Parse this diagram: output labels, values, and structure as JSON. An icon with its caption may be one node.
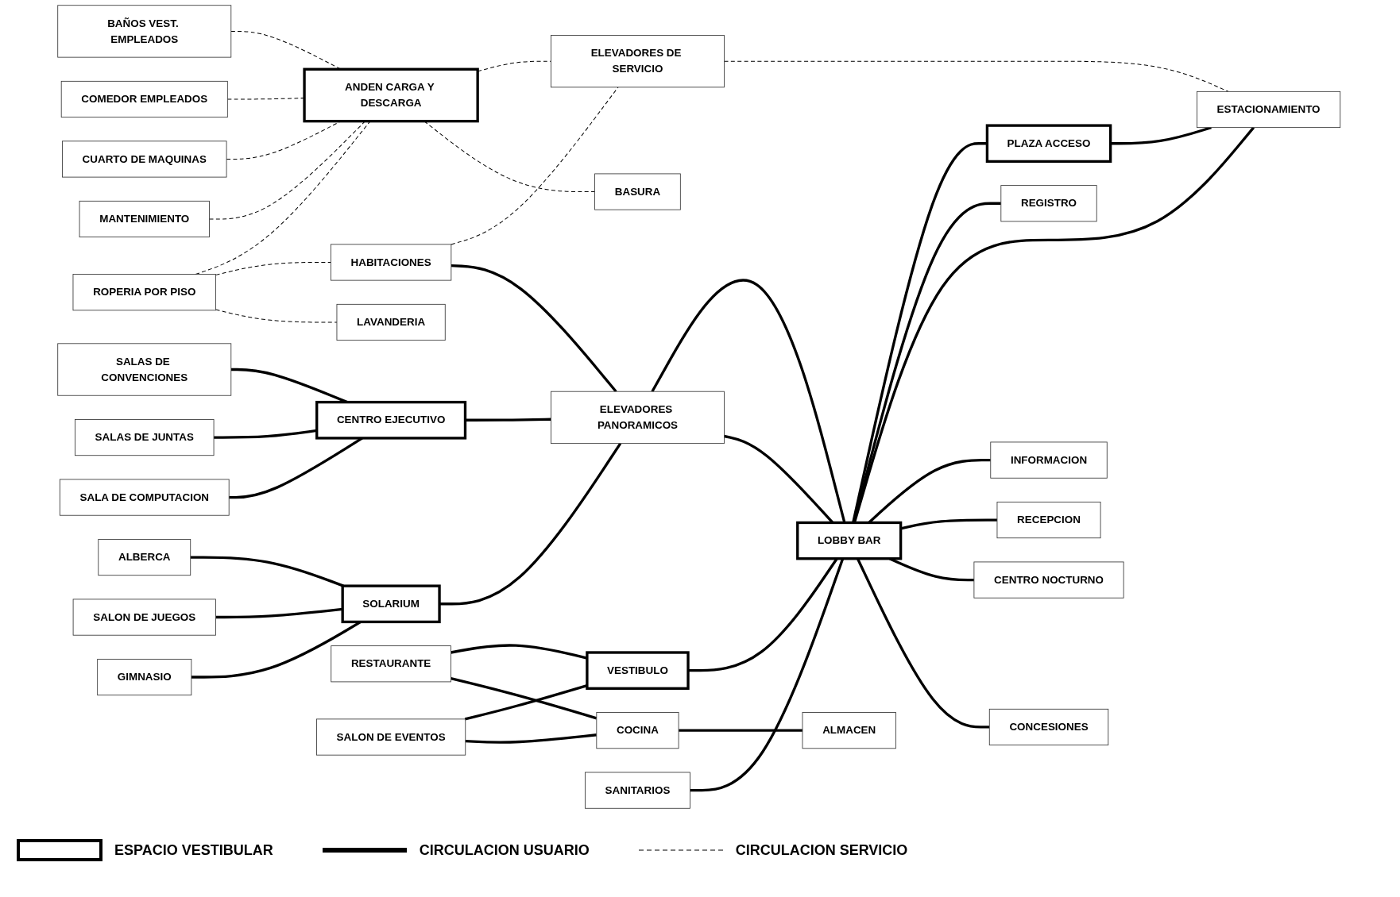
{
  "diagram": {
    "nodes": [
      {
        "text": [
          "GIMNASIO"
        ]
      },
      {
        "text": [
          "SALON DE JUEGOS"
        ]
      },
      {
        "text": [
          "LAVANDERIA"
        ]
      },
      {
        "text": [
          "ALBERCA"
        ]
      },
      {
        "text": [
          "SOLARIUM"
        ]
      },
      {
        "text": [
          "ROPERIA POR PISO"
        ]
      },
      {
        "text": [
          "SALA DE COMPUTACION"
        ]
      },
      {
        "text": [
          "SALAS DE JUNTAS"
        ]
      },
      {
        "text": [
          "HABITACIONES"
        ]
      },
      {
        "text": [
          "MANTENIMIENTO"
        ]
      },
      {
        "text": [
          "CUARTO DE MAQUINAS"
        ]
      },
      {
        "text": [
          "COMEDOR EMPLEADOS"
        ]
      },
      {
        "text": [
          "SALAS DE CONVENCIONES"
        ]
      },
      {
        "text": [
          "CENTRO EJECUTIVO"
        ]
      },
      {
        "text": [
          "ANDEN CARGA Y DESCARGA"
        ]
      },
      {
        "text": [
          "BASURA"
        ]
      },
      {
        "text": [
          "ELEVADORES PANORAMICOS"
        ]
      },
      {
        "text": [
          "ELEVADORES DE SERVICIO"
        ]
      },
      {
        "text": [
          "BAÑOS VEST. EMPLEADOS"
        ]
      },
      {
        "text": [
          "RESTAURANTE"
        ]
      },
      {
        "text": [
          "CONCESIONES"
        ]
      },
      {
        "text": [
          "COCINA"
        ]
      },
      {
        "text": [
          "VESTIBULO"
        ]
      },
      {
        "text": [
          "CENTRO NOCTURNO"
        ]
      },
      {
        "text": [
          "ALMACEN"
        ]
      },
      {
        "text": [
          "SALON DE EVENTOS"
        ]
      },
      {
        "text": [
          "RECEPCION"
        ]
      },
      {
        "text": [
          "SANITARIOS"
        ]
      },
      {
        "text": [
          "LOBBY BAR"
        ]
      },
      {
        "text": [
          "INFORMACION"
        ]
      },
      {
        "text": [
          "ESTACIONAMIENTO"
        ]
      },
      {
        "text": [
          "REGISTRO"
        ]
      },
      {
        "text": [
          "PLAZA ACCESO"
        ]
      }
    ],
    "edges": [
      {
        "from": 0,
        "to": 4,
        "arrow": "none"
      },
      {
        "from": 1,
        "to": 4,
        "arrow": "none"
      },
      {
        "from": 3,
        "to": 4,
        "arrow": "none"
      },
      {
        "from": 4,
        "to": 16,
        "arrow": "none"
      },
      {
        "from": 6,
        "to": 13,
        "arrow": "none"
      },
      {
        "from": 7,
        "to": 13,
        "arrow": "none"
      },
      {
        "from": 12,
        "to": 13,
        "arrow": "none"
      },
      {
        "from": 13,
        "to": 16,
        "arrow": "none"
      },
      {
        "from": 8,
        "to": 16,
        "arrow": "none"
      },
      {
        "from": 16,
        "to": 28,
        "arrow": "none"
      },
      {
        "from": 16,
        "to": 28,
        "arrow": "none"
      },
      {
        "from": 19,
        "to": 21,
        "arrow": "none"
      },
      {
        "from": 19,
        "to": 22,
        "arrow": "none"
      },
      {
        "from": 21,
        "to": 24,
        "arrow": "none"
      },
      {
        "from": 25,
        "to": 21,
        "arrow": "none"
      },
      {
        "from": 25,
        "to": 22,
        "arrow": "none"
      },
      {
        "from": 22,
        "to": 28,
        "arrow": "none"
      },
      {
        "from": 27,
        "to": 28,
        "arrow": "none"
      },
      {
        "from": 28,
        "to": 20,
        "arrow": "none"
      },
      {
        "from": 28,
        "to": 23,
        "arrow": "none"
      },
      {
        "from": 28,
        "to": 26,
        "arrow": "none"
      },
      {
        "from": 28,
        "to": 29,
        "arrow": "none"
      },
      {
        "from": 28,
        "to": 30,
        "arrow": "none"
      },
      {
        "from": 28,
        "to": 31,
        "arrow": "none"
      },
      {
        "from": 28,
        "to": 32,
        "arrow": "none"
      },
      {
        "from": 32,
        "to": 30,
        "arrow": "none"
      },
      {
        "from": 5,
        "to": 2,
        "arrow": "none",
        "style": "dashed"
      },
      {
        "from": 5,
        "to": 8,
        "arrow": "none",
        "style": "dashed"
      },
      {
        "from": 5,
        "to": 14,
        "arrow": "none",
        "style": "dashed"
      },
      {
        "from": 9,
        "to": 14,
        "arrow": "none",
        "style": "dashed"
      },
      {
        "from": 10,
        "to": 14,
        "arrow": "none",
        "style": "dashed"
      },
      {
        "from": 11,
        "to": 14,
        "arrow": "none",
        "style": "dashed"
      },
      {
        "from": 14,
        "to": 15,
        "arrow": "none",
        "style": "dashed"
      },
      {
        "from": 18,
        "to": 14,
        "arrow": "none",
        "style": "dashed"
      },
      {
        "from": 14,
        "to": 17,
        "arrow": "none",
        "style": "dashed"
      },
      {
        "from": 8,
        "to": 17,
        "arrow": "none",
        "style": "dashed"
      },
      {
        "from": 17,
        "to": 30,
        "arrow": "none",
        "style": "dashed"
      }
    ],
    "legend": [
      {
        "text": "ESPACIO VESTIBULAR"
      },
      {
        "text": "CIRCULACION USUARIO"
      },
      {
        "text": "CIRCULACION SERVICIO"
      }
    ]
  }
}
